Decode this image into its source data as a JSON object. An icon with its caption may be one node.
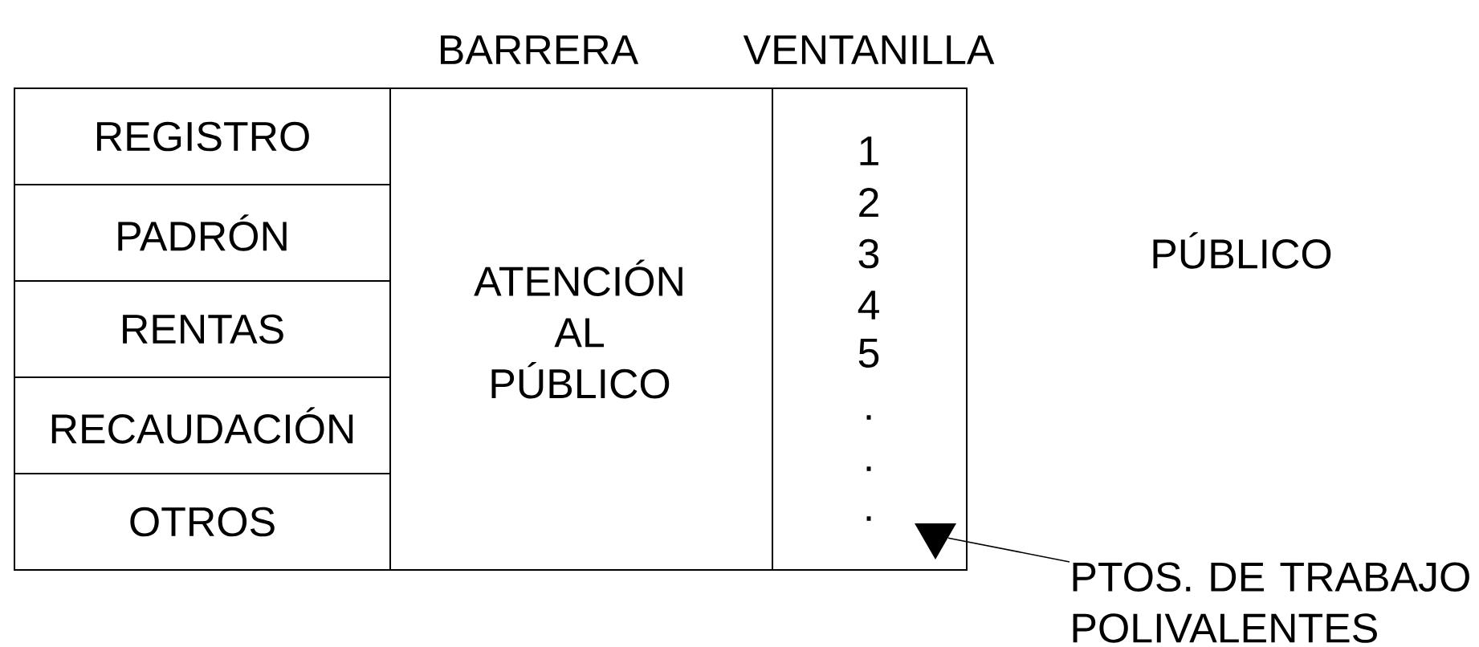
{
  "diagram": {
    "nodes": [
      {
        "text": [
          "REGISTRO"
        ]
      },
      {
        "text": [
          "PADRÓN"
        ]
      },
      {
        "text": [
          "RENTAS"
        ]
      },
      {
        "text": [
          "RECAUDACIÓN"
        ]
      },
      {
        "text": [
          "OTROS"
        ]
      },
      {
        "text": [
          "BARRERA",
          "ATENCIÓN AL PÚBLICO"
        ]
      },
      {
        "text": [
          "VENTANILLA",
          "1",
          "2",
          "3",
          "4",
          "5",
          ".",
          ".",
          "."
        ]
      },
      {
        "text": [],
        "shape": "triangle",
        "in": 6
      },
      {
        "text": [
          "PTOS. DE TRABAJO POLIVALENTES"
        ]
      }
    ],
    "edges": [
      {
        "from": 8,
        "to": 7,
        "arrow": "none"
      }
    ],
    "labels": [
      "PÚBLICO"
    ]
  }
}
